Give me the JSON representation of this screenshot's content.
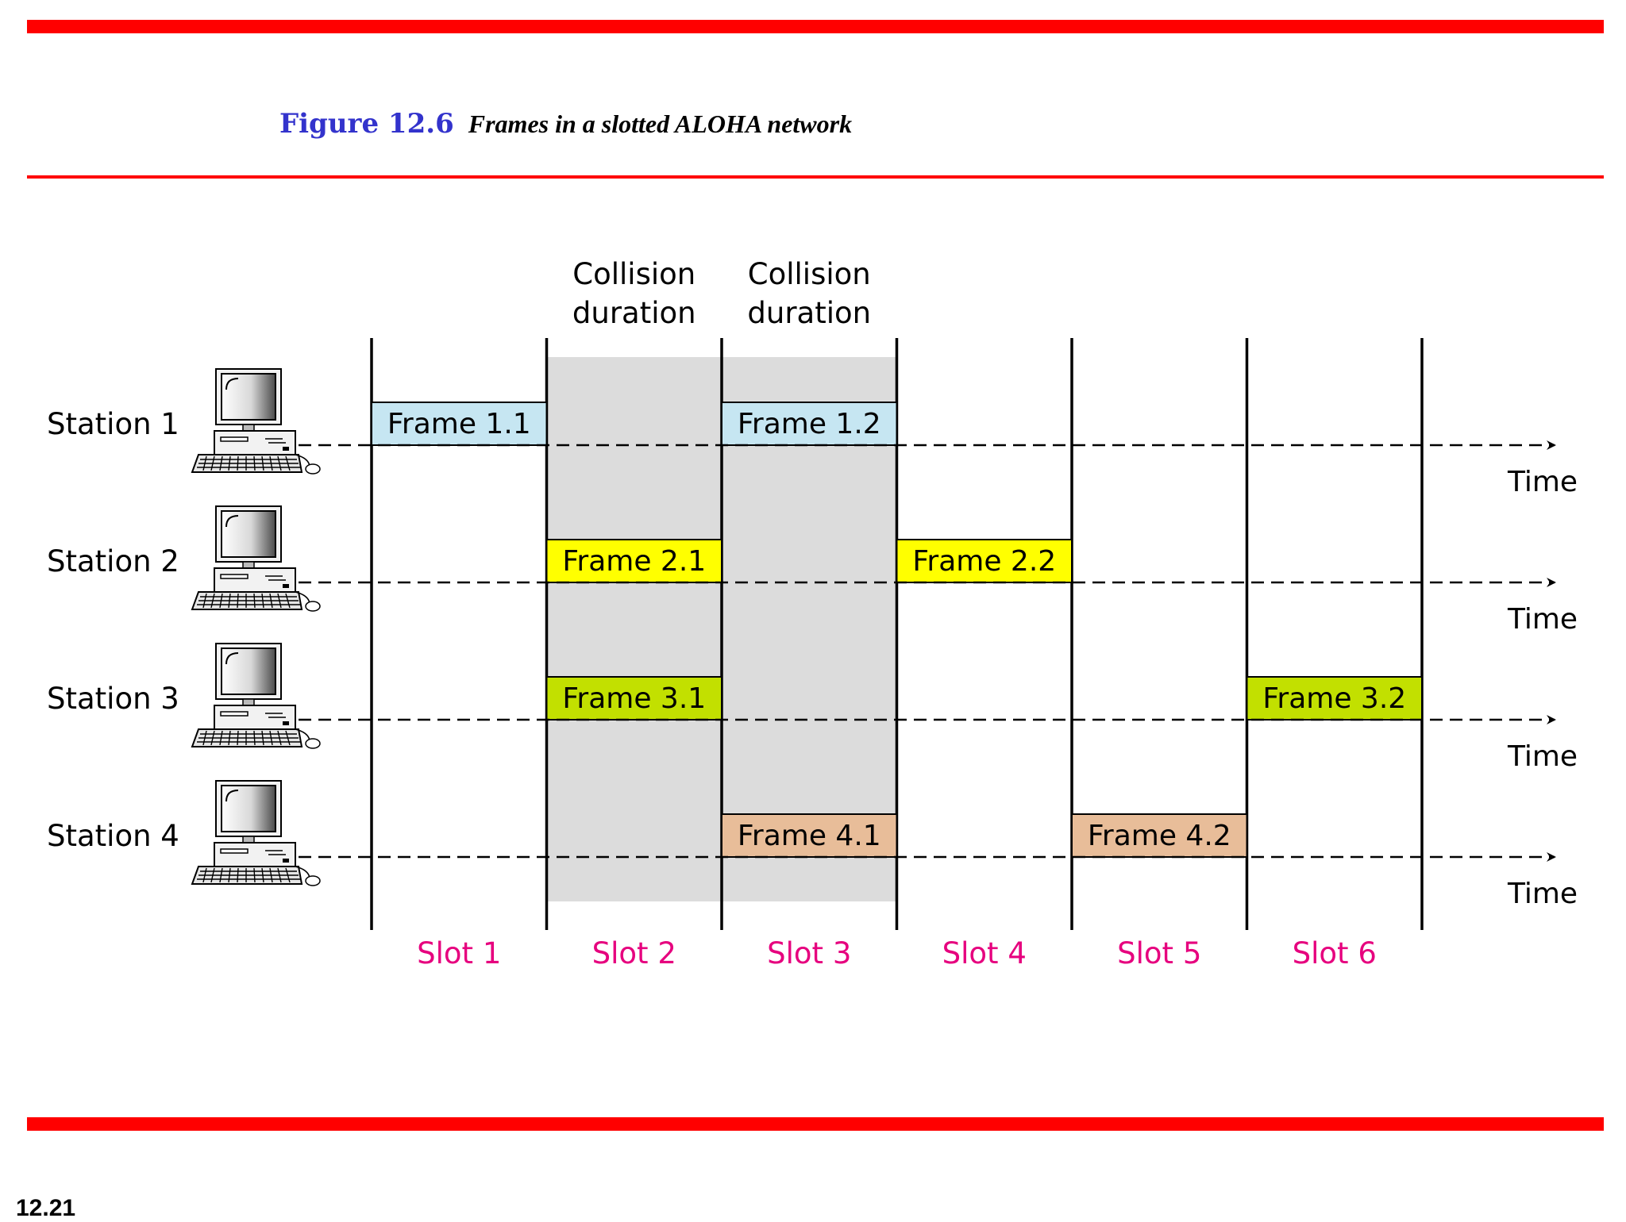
{
  "header": {
    "figure_number": "Figure 12.6",
    "figure_caption": "Frames in a slotted ALOHA network"
  },
  "page_number": "12.21",
  "diagram": {
    "collision_labels": [
      {
        "line1": "Collision",
        "line2": "duration",
        "slot": 2
      },
      {
        "line1": "Collision",
        "line2": "duration",
        "slot": 3
      }
    ],
    "time_label": "Time",
    "stations": [
      {
        "label": "Station 1",
        "frames": [
          {
            "label": "Frame 1.1",
            "slot": 1,
            "color": "#c6e6f2"
          },
          {
            "label": "Frame 1.2",
            "slot": 3,
            "color": "#c6e6f2"
          }
        ]
      },
      {
        "label": "Station 2",
        "frames": [
          {
            "label": "Frame 2.1",
            "slot": 2,
            "color": "#ffff00"
          },
          {
            "label": "Frame 2.2",
            "slot": 4,
            "color": "#ffff00"
          }
        ]
      },
      {
        "label": "Station 3",
        "frames": [
          {
            "label": "Frame 3.1",
            "slot": 2,
            "color": "#c2e000"
          },
          {
            "label": "Frame 3.2",
            "slot": 6,
            "color": "#c2e000"
          }
        ]
      },
      {
        "label": "Station 4",
        "frames": [
          {
            "label": "Frame 4.1",
            "slot": 3,
            "color": "#e8bd99"
          },
          {
            "label": "Frame 4.2",
            "slot": 5,
            "color": "#e8bd99"
          }
        ]
      }
    ],
    "slots": [
      "Slot 1",
      "Slot 2",
      "Slot 3",
      "Slot 4",
      "Slot 5",
      "Slot 6"
    ],
    "collision_slots": [
      2,
      3
    ],
    "colors": {
      "slot_label": "#e6007e",
      "collision_shade": "#dcdcdc",
      "rule": "#ff0000",
      "figure_number": "#3333cc"
    },
    "icons": {
      "station": "desktop-computer-icon"
    }
  }
}
